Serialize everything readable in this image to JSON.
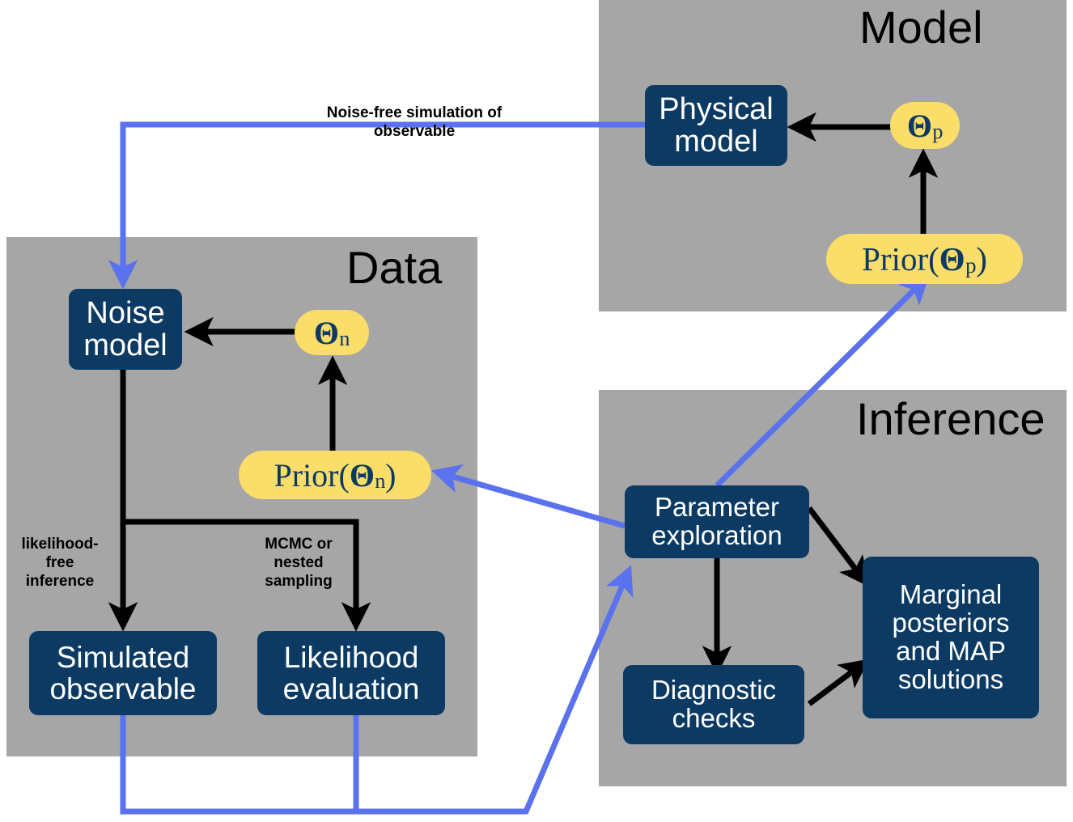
{
  "diagram": {
    "title": "Bayesian inference workflow",
    "colors": {
      "panel_grey": "#a6a6a6",
      "box_navy": "#0d3a63",
      "pill_yellow": "#fbdd69",
      "arrow_black": "#000000",
      "arrow_blue": "#5b72ee",
      "background": "#ffffff"
    }
  },
  "panels": [
    {
      "key": "model",
      "title": "Model"
    },
    {
      "key": "data",
      "title": "Data"
    },
    {
      "key": "inference",
      "title": "Inference"
    }
  ],
  "nodes": {
    "physical_model": "Physical\nmodel",
    "noise_model": "Noise\nmodel",
    "simulated_observable": "Simulated\nobservable",
    "likelihood_evaluation": "Likelihood\nevaluation",
    "parameter_exploration": "Parameter\nexploration",
    "diagnostic_checks": "Diagnostic\nchecks",
    "marginal_posteriors": "Marginal\nposteriors\nand MAP\nsolutions"
  },
  "pills": {
    "theta_p": {
      "symbol": "Θ",
      "subscript": "p"
    },
    "theta_n": {
      "symbol": "Θ",
      "subscript": "n"
    },
    "prior_theta_p": {
      "prefix": "Prior(",
      "symbol": "Θ",
      "subscript": "p",
      "suffix": ")"
    },
    "prior_theta_n": {
      "prefix": "Prior(",
      "symbol": "Θ",
      "subscript": "n",
      "suffix": ")"
    }
  },
  "annotations": {
    "noise_free_simulation": "Noise-free simulation of\nobservable",
    "likelihood_free_inference": "likelihood-\nfree\ninference",
    "mcmc_or_nested_sampling": "MCMC or\nnested\nsampling"
  },
  "edges": [
    {
      "from": "prior_theta_p",
      "to": "theta_p",
      "color": "black",
      "style": "straight-up"
    },
    {
      "from": "theta_p",
      "to": "physical_model",
      "color": "black",
      "style": "straight-left"
    },
    {
      "from": "physical_model",
      "to": "noise_model",
      "color": "blue",
      "style": "orthogonal",
      "label": "Noise-free simulation of observable"
    },
    {
      "from": "prior_theta_n",
      "to": "theta_n",
      "color": "black",
      "style": "straight-up"
    },
    {
      "from": "theta_n",
      "to": "noise_model",
      "color": "black",
      "style": "straight-left"
    },
    {
      "from": "noise_model",
      "to": "simulated_observable",
      "color": "black",
      "style": "straight-down",
      "label": "likelihood-free inference"
    },
    {
      "from": "noise_model",
      "to": "likelihood_evaluation",
      "color": "black",
      "style": "orthogonal",
      "label": "MCMC or nested sampling"
    },
    {
      "from": "parameter_exploration",
      "to": "prior_theta_n",
      "color": "blue",
      "style": "diagonal"
    },
    {
      "from": "parameter_exploration",
      "to": "prior_theta_p",
      "color": "blue",
      "style": "diagonal"
    },
    {
      "from": "parameter_exploration",
      "to": "marginal_posteriors",
      "color": "black",
      "style": "diagonal"
    },
    {
      "from": "parameter_exploration",
      "to": "diagnostic_checks",
      "color": "black",
      "style": "straight-down"
    },
    {
      "from": "diagnostic_checks",
      "to": "marginal_posteriors",
      "color": "black",
      "style": "diagonal"
    },
    {
      "from": "simulated_observable",
      "to": "parameter_exploration",
      "color": "blue",
      "style": "orthogonal"
    },
    {
      "from": "likelihood_evaluation",
      "to": "parameter_exploration",
      "color": "blue",
      "style": "orthogonal"
    }
  ]
}
